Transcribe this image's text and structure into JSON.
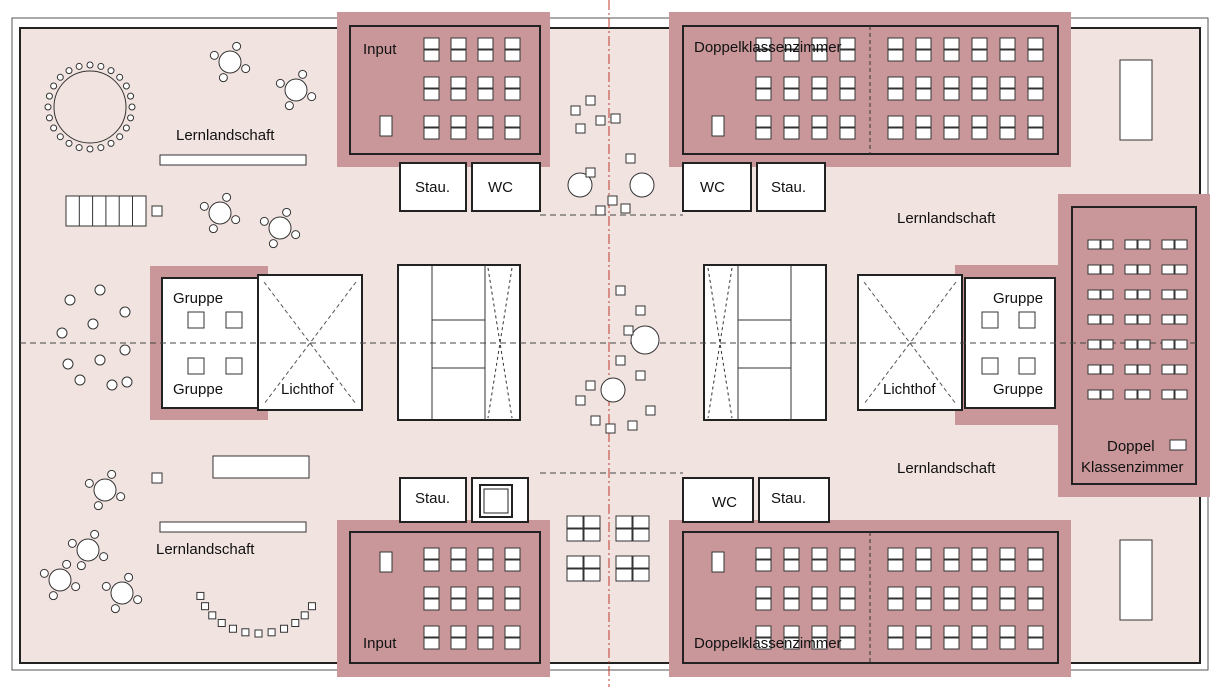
{
  "colors": {
    "floor_fill": "#f1e3e0",
    "classroom_fill": "#ffffff",
    "highlight": "#c9979a",
    "axis": "#c0392b",
    "wall": "#222222"
  },
  "labels": {
    "input_top": "Input",
    "input_bottom": "Input",
    "doppel_top": "Doppelklassenzimmer",
    "doppel_bottom": "Doppelklassenzimmer",
    "doppel_right_1": "Doppel",
    "doppel_right_2": "Klassenzimmer",
    "lernlandschaft_tl": "Lernlandschaft",
    "lernlandschaft_bl": "Lernlandschaft",
    "lernlandschaft_rt": "Lernlandschaft",
    "lernlandschaft_rb": "Lernlandschaft",
    "gruppe_lt": "Gruppe",
    "gruppe_lb": "Gruppe",
    "gruppe_rt": "Gruppe",
    "gruppe_rb": "Gruppe",
    "lichthof_l": "Lichthof",
    "lichthof_r": "Lichthof",
    "stau_tl": "Stau.",
    "stau_tr": "Stau.",
    "stau_bl": "Stau.",
    "stau_br": "Stau.",
    "wc_tl": "WC",
    "wc_tr": "WC",
    "wc_br": "WC"
  }
}
